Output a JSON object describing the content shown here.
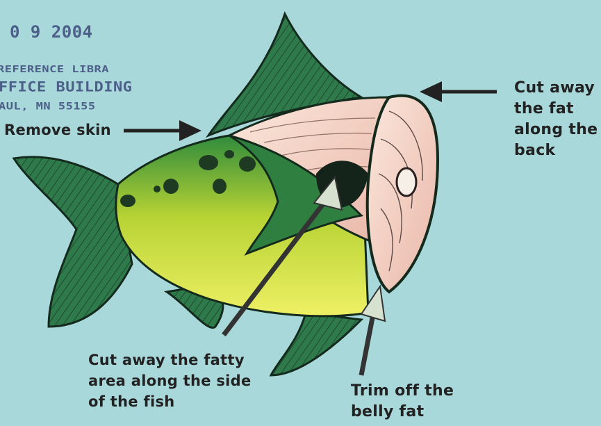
{
  "stamp": {
    "date": "0 9 2004",
    "line1": "REFERENCE LIBRA",
    "line2": "FFICE BUILDING",
    "line3": "AUL, MN 55155"
  },
  "labels": {
    "remove_skin": "Remove skin",
    "back_fat": [
      "Cut away",
      "the fat",
      "along the",
      "back"
    ],
    "side_fat": [
      "Cut away the fatty",
      "area along the side",
      "of the fish"
    ],
    "belly_fat": [
      "Trim off the",
      "belly fat"
    ]
  },
  "colors": {
    "background": "#a9d8db",
    "fin": "#2f7a4a",
    "fin_stripe": "#1a3d2a",
    "body_top": "#2e8a3c",
    "body_mid": "#b7d334",
    "body_belly": "#f0f060",
    "flesh": "#f4d9c9",
    "arrow": "#222222",
    "pointer_fill": "#d6e2cf"
  }
}
